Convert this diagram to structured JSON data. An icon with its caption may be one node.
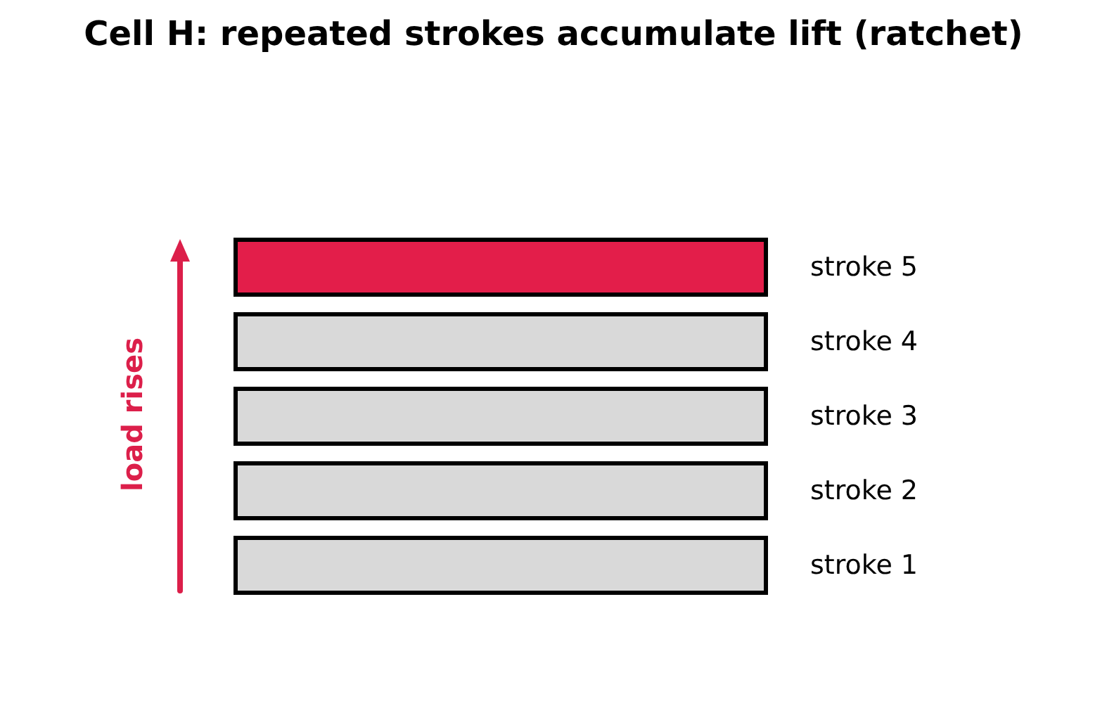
{
  "diagram": {
    "title": "Cell H: repeated strokes accumulate lift (ratchet)",
    "nodes": [
      {
        "text": [],
        "shape": "bar",
        "beside": [
          "stroke 5"
        ]
      },
      {
        "text": [],
        "shape": "bar",
        "beside": [
          "stroke 4"
        ]
      },
      {
        "text": [],
        "shape": "bar",
        "beside": [
          "stroke 3"
        ]
      },
      {
        "text": [],
        "shape": "bar",
        "beside": [
          "stroke 2"
        ]
      },
      {
        "text": [],
        "shape": "bar",
        "beside": [
          "stroke 1"
        ]
      }
    ],
    "labels": [
      "load rises"
    ]
  }
}
